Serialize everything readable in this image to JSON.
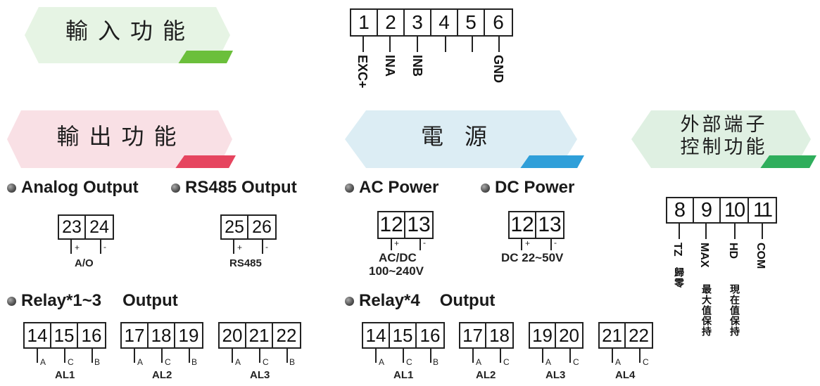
{
  "banners": {
    "input": {
      "title": "輸入功能",
      "color": "#e6f4e4",
      "accent": "#6bbf3b"
    },
    "output": {
      "title": "輸出功能",
      "color": "#f9e0e5",
      "accent": "#e6455f"
    },
    "power": {
      "title": "電源",
      "color": "#dcedf4",
      "accent": "#2f9fd9"
    },
    "external": {
      "title_line1": "外部端子",
      "title_line2": "控制功能",
      "color": "#dff0e2",
      "accent": "#2fae5c"
    }
  },
  "input_terminals": {
    "numbers": [
      "1",
      "2",
      "3",
      "4",
      "5",
      "6"
    ],
    "labels": [
      "EXC+",
      "INA",
      "INB",
      "",
      "",
      "GND"
    ]
  },
  "analog_output": {
    "heading": "Analog Output",
    "terminals": [
      "23",
      "24"
    ],
    "plus": "+",
    "minus": "-",
    "label": "A/O"
  },
  "rs485_output": {
    "heading": "RS485 Output",
    "terminals": [
      "25",
      "26"
    ],
    "plus": "+",
    "minus": "-",
    "label": "RS485"
  },
  "ac_power": {
    "heading": "AC Power",
    "terminals": [
      "12",
      "13"
    ],
    "plus": "+",
    "minus": "-",
    "label_line1": "AC/DC",
    "label_line2": "100~240V"
  },
  "dc_power": {
    "heading": "DC Power",
    "terminals": [
      "12",
      "13"
    ],
    "plus": "+",
    "minus": "-",
    "label": "DC 22~50V"
  },
  "external": {
    "terminals": [
      "8",
      "9",
      "10",
      "11"
    ],
    "labels": [
      "TZ",
      "MAX",
      "HD",
      "COM"
    ],
    "descriptions": [
      "歸零",
      "最大值保持",
      "現在值保持",
      ""
    ]
  },
  "relay3": {
    "heading_part1": "Relay*1~3",
    "heading_part2": "Output",
    "groups": [
      {
        "terminals": [
          "14",
          "15",
          "16"
        ],
        "pins": [
          "A",
          "C",
          "B"
        ],
        "label": "AL1"
      },
      {
        "terminals": [
          "17",
          "18",
          "19"
        ],
        "pins": [
          "A",
          "C",
          "B"
        ],
        "label": "AL2"
      },
      {
        "terminals": [
          "20",
          "21",
          "22"
        ],
        "pins": [
          "A",
          "C",
          "B"
        ],
        "label": "AL3"
      }
    ]
  },
  "relay4": {
    "heading_part1": "Relay*4",
    "heading_part2": "Output",
    "groups": [
      {
        "terminals": [
          "14",
          "15",
          "16"
        ],
        "pins": [
          "A",
          "C",
          "B"
        ],
        "label": "AL1"
      },
      {
        "terminals": [
          "17",
          "18"
        ],
        "pins": [
          "A",
          "C"
        ],
        "label": "AL2"
      },
      {
        "terminals": [
          "19",
          "20"
        ],
        "pins": [
          "A",
          "C"
        ],
        "label": "AL3"
      },
      {
        "terminals": [
          "21",
          "22"
        ],
        "pins": [
          "A",
          "C"
        ],
        "label": "AL4"
      }
    ]
  }
}
